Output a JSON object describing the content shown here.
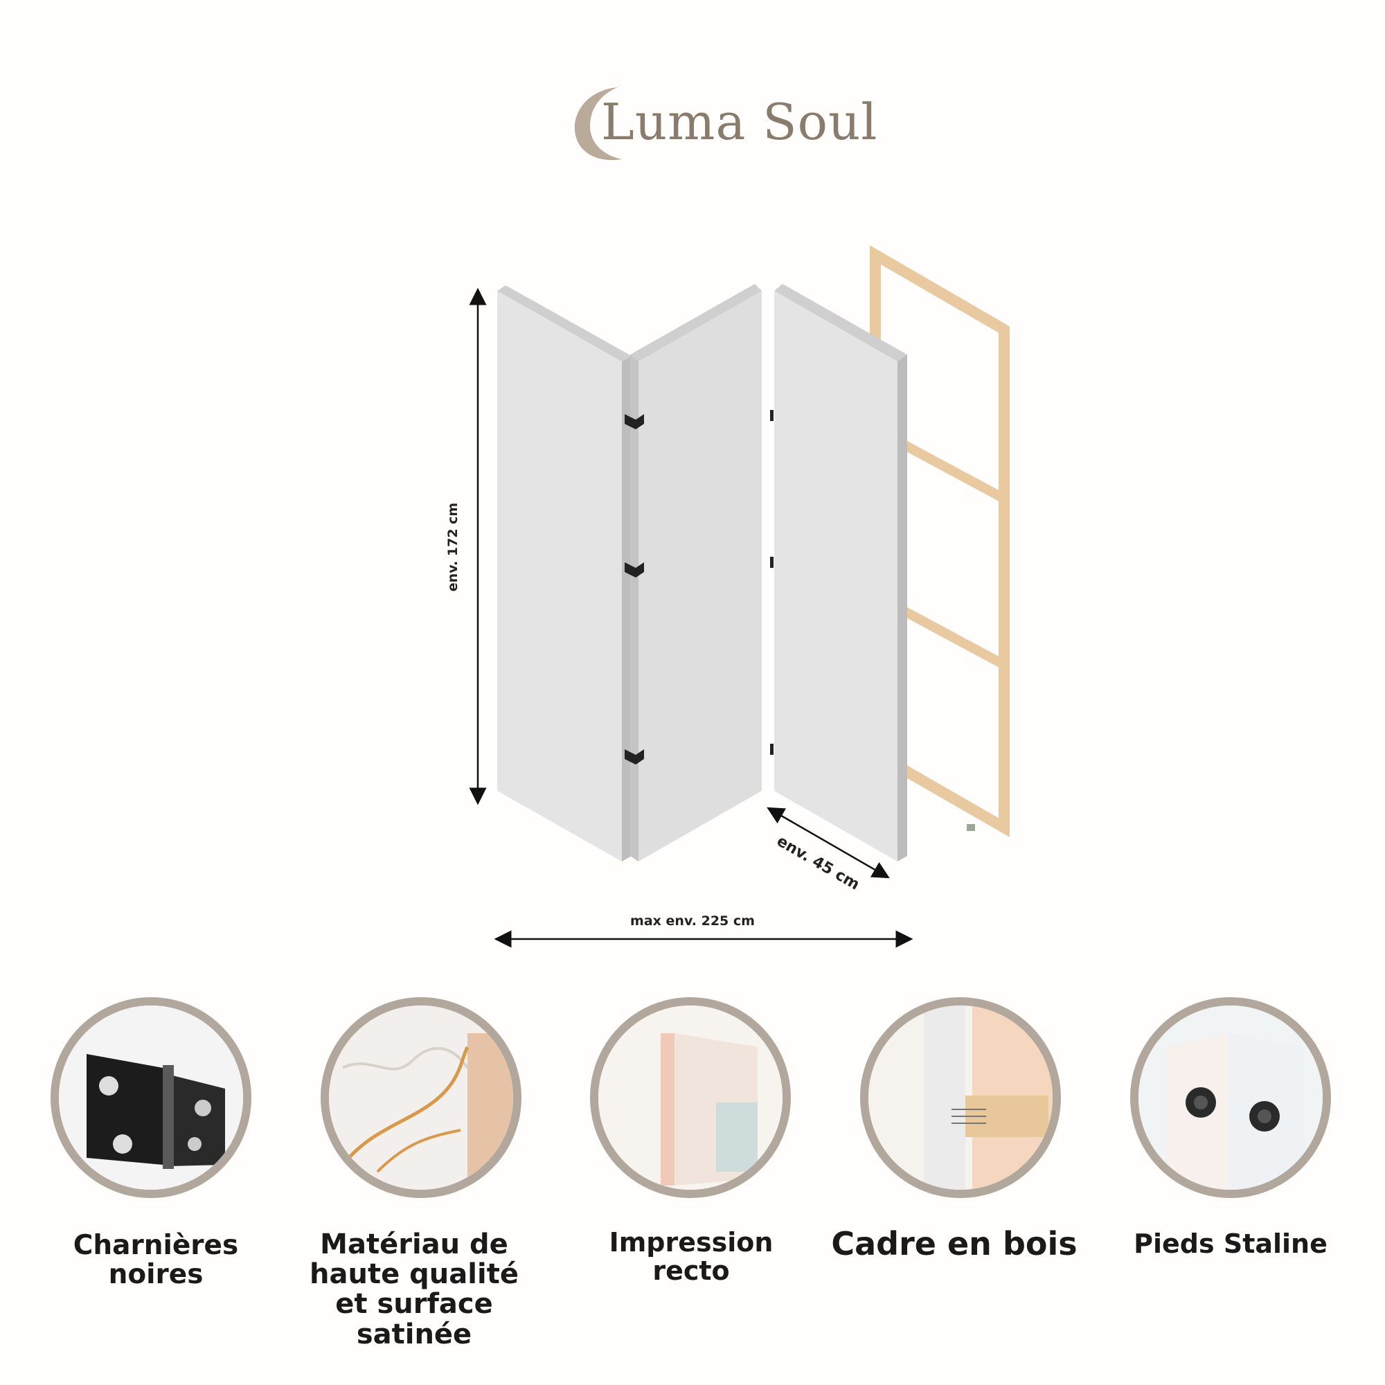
{
  "brand": {
    "name": "Luma Soul",
    "color": "#8a7c6d"
  },
  "dimensions": {
    "height_label": "env. 172 cm",
    "width_label": "max env. 225 cm",
    "depth_label": "env. 45 cm"
  },
  "features": [
    {
      "label": "Charnières noires",
      "icon": "black-hinge-icon"
    },
    {
      "label": "Matériau de haute qualité et surface satinée",
      "icon": "satin-surface-icon"
    },
    {
      "label": "Impression recto",
      "icon": "print-front-icon"
    },
    {
      "label": "Cadre en bois",
      "icon": "wood-frame-icon"
    },
    {
      "label": "Pieds Staline",
      "icon": "feet-icon"
    }
  ],
  "colors": {
    "accent_ring": "#b2a79c",
    "panel": "#e3e3e3",
    "wood": "#e9c9a0"
  }
}
